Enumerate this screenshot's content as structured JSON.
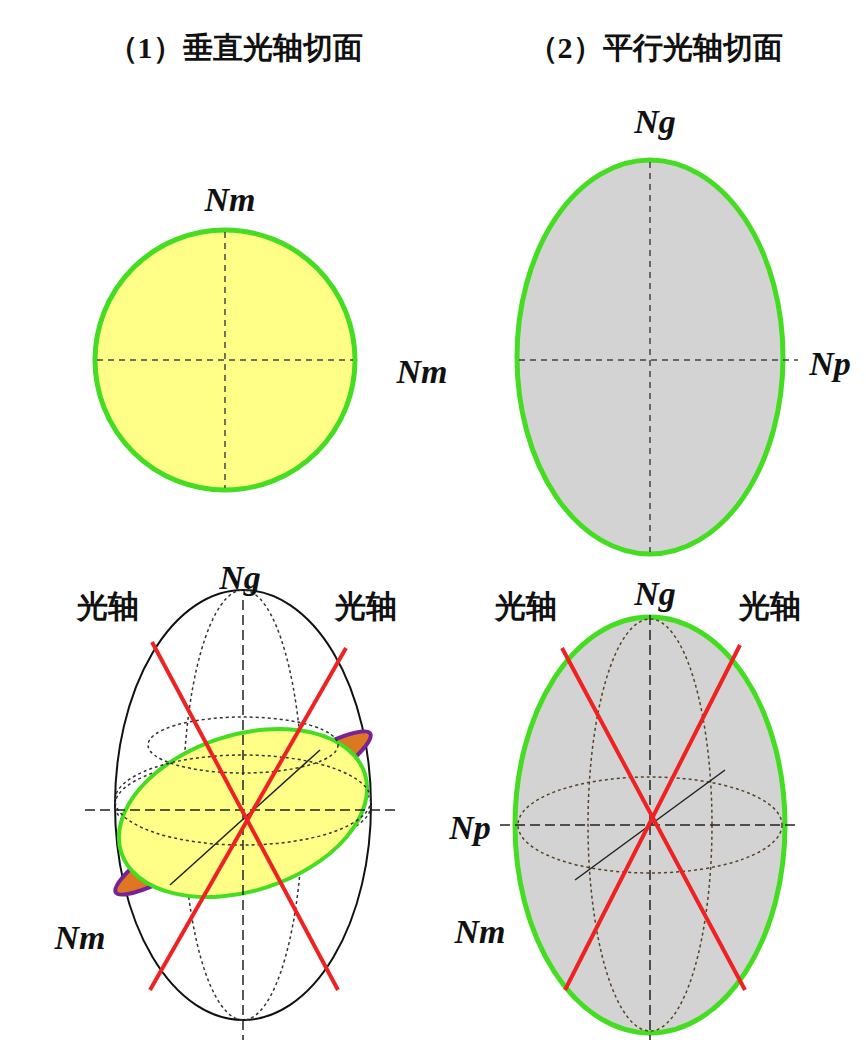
{
  "diagram": {
    "labels": [
      "（1）垂直光轴切面",
      "（2）平行光轴切面",
      "Nm",
      "Nm",
      "Ng",
      "Np",
      "光轴",
      "Ng",
      "光轴",
      "Nm",
      "光轴",
      "Ng",
      "光轴",
      "Np",
      "Nm"
    ]
  }
}
